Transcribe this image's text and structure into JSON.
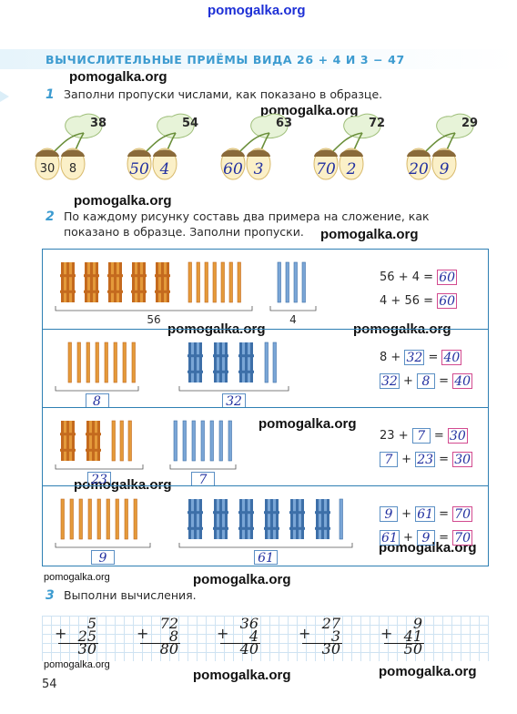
{
  "watermark": "pomogalka.org",
  "title": "ВЫЧИСЛИТЕЛЬНЫЕ ПРИЁМЫ ВИДА 26 + 4 И 3 − 47",
  "task1": {
    "num": "1",
    "text": "Заполни пропуски числами, как показано в образце.",
    "acorns": [
      {
        "total": "38",
        "a": "30",
        "b": "8",
        "a_hand": false
      },
      {
        "total": "54",
        "a": "50",
        "b": "4",
        "a_hand": true
      },
      {
        "total": "63",
        "a": "60",
        "b": "3",
        "a_hand": true
      },
      {
        "total": "72",
        "a": "70",
        "b": "2",
        "a_hand": true
      },
      {
        "total": "29",
        "a": "20",
        "b": "9",
        "a_hand": true
      }
    ]
  },
  "task2": {
    "num": "2",
    "text_line1": "По каждому рисунку составь два примера на сложение, как",
    "text_line2": "показано в образце. Заполни пропуски.",
    "panels": [
      {
        "left_label": "56",
        "right_label": "4",
        "eq1": {
          "a": "56",
          "b": "4",
          "r": "60"
        },
        "eq2": {
          "a": "4",
          "b": "56",
          "r": "60"
        }
      },
      {
        "left_label": "8",
        "right_label": "32",
        "eq1": {
          "a": "8",
          "b": "32",
          "r": "40"
        },
        "eq2": {
          "a": "32",
          "b": "8",
          "r": "40"
        }
      },
      {
        "left_label": "23",
        "right_label": "7",
        "eq1": {
          "a": "23",
          "b": "7",
          "r": "30"
        },
        "eq2": {
          "a": "7",
          "b": "23",
          "r": "30"
        }
      },
      {
        "left_label": "9",
        "right_label": "61",
        "eq1": {
          "a": "9",
          "b": "61",
          "r": "70"
        },
        "eq2": {
          "a": "61",
          "b": "9",
          "r": "70"
        }
      }
    ],
    "plus": "+",
    "equals": "="
  },
  "task3": {
    "num": "3",
    "text": "Выполни вычисления.",
    "columns": [
      {
        "top": "5",
        "bottom": "25",
        "result": "30"
      },
      {
        "top": "72",
        "bottom": "8",
        "result": "80"
      },
      {
        "top": "36",
        "bottom": "4",
        "result": "40"
      },
      {
        "top": "27",
        "bottom": "3",
        "result": "30"
      },
      {
        "top": "9",
        "bottom": "41",
        "result": "50"
      }
    ]
  },
  "page_number": "54",
  "colors": {
    "accent": "#3c9bd0",
    "frame": "#2e7fb3",
    "handwriting": "#2230a0",
    "orange_stick": "#e49a3a",
    "blue_stick": "#7aa6d6"
  }
}
